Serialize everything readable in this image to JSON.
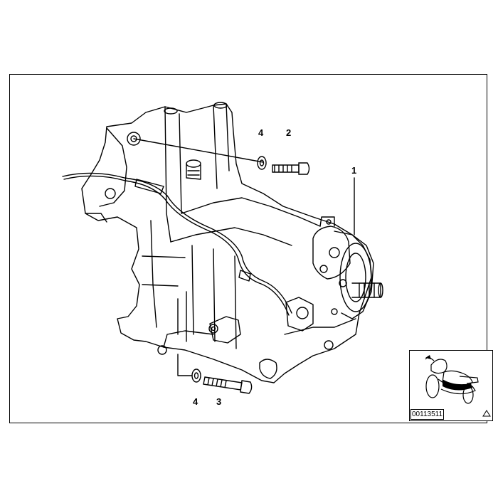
{
  "callouts": {
    "c1": "1",
    "c2": "2",
    "c3": "3",
    "c4_top": "4",
    "c4_bottom": "4"
  },
  "thumbnail": {
    "label": "00113511",
    "icon": "motorcycle-icon"
  },
  "colors": {
    "line": "#000000",
    "background": "#ffffff"
  }
}
